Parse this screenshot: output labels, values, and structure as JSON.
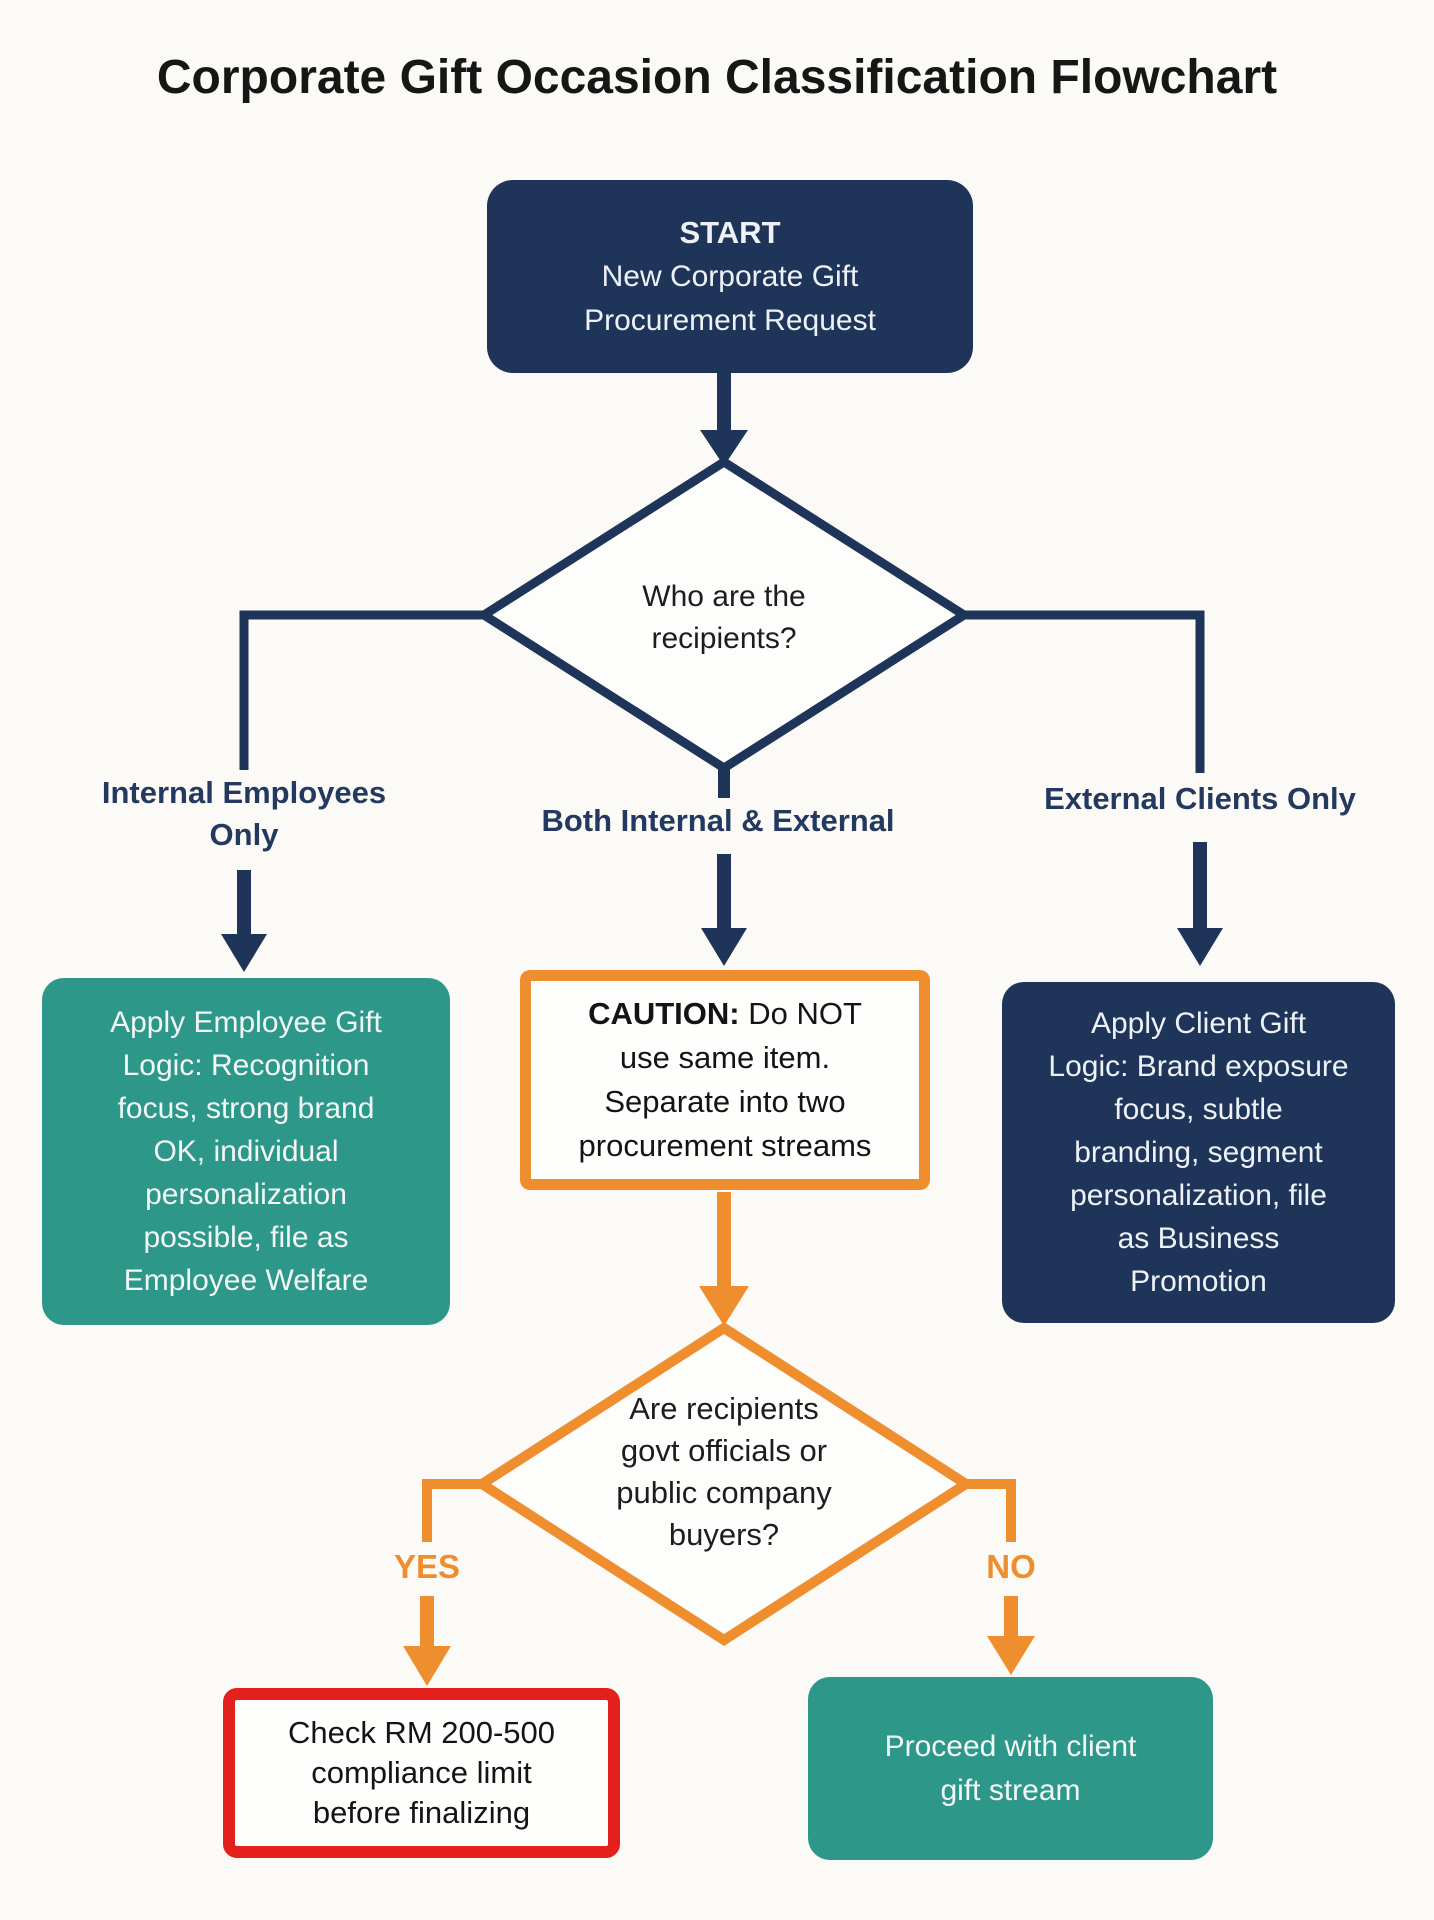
{
  "title": "Corporate Gift Occasion Classification Flowchart",
  "colors": {
    "navy": "#1e3458",
    "teal": "#2d9789",
    "orange": "#ef8e2e",
    "red": "#e3201b",
    "background": "#fbfaf7",
    "text_dark": "#141414",
    "text_light": "#eef2f8"
  },
  "nodes": {
    "start": {
      "heading": "START",
      "lines": [
        "New Corporate Gift",
        "Procurement Request"
      ]
    },
    "recipients_decision": {
      "lines": [
        "Who are the",
        "recipients?"
      ]
    },
    "branch_internal": {
      "lines": [
        "Internal Employees",
        "Only"
      ]
    },
    "branch_both": {
      "label": "Both Internal & External"
    },
    "branch_external": {
      "label": "External Clients Only"
    },
    "employee_logic": {
      "lines": [
        "Apply Employee Gift",
        "Logic: Recognition",
        "focus, strong brand",
        "OK, individual",
        "personalization",
        "possible, file as",
        "Employee Welfare"
      ]
    },
    "caution": {
      "bold": "CAUTION:",
      "line1_rest": " Do NOT",
      "lines": [
        "use same item.",
        "Separate into two",
        "procurement streams"
      ]
    },
    "client_logic": {
      "lines": [
        "Apply Client Gift",
        "Logic: Brand exposure",
        "focus, subtle",
        "branding, segment",
        "personalization, file",
        "as Business",
        "Promotion"
      ]
    },
    "compliance_decision": {
      "lines": [
        "Are recipients",
        "govt officials or",
        "public company",
        "buyers?"
      ]
    },
    "label_yes": "YES",
    "label_no": "NO",
    "compliance_check": {
      "lines": [
        "Check RM 200-500",
        "compliance limit",
        "before finalizing"
      ]
    },
    "proceed": {
      "lines": [
        "Proceed with client",
        "gift stream"
      ]
    }
  }
}
